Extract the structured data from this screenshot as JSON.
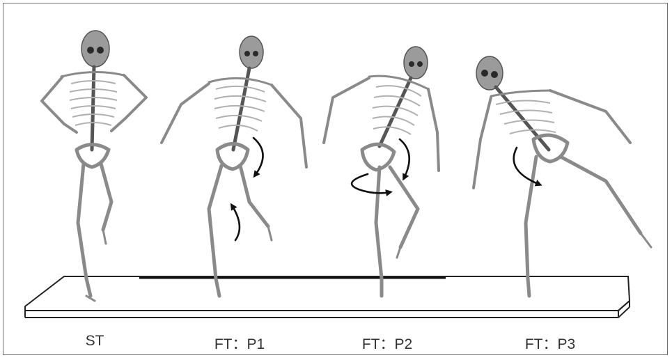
{
  "figures": [
    {
      "label": "ST"
    },
    {
      "label": "FT：P1"
    },
    {
      "label": "FT：P2"
    },
    {
      "label": "FT：P3"
    }
  ]
}
